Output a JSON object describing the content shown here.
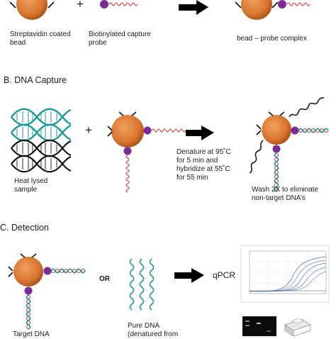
{
  "colors": {
    "bead": "#d8752e",
    "bead_dark": "#b4561c",
    "biotin": "#7b2c96",
    "probe": "#d83a3a",
    "target_dna": "#1f9b99",
    "nontarget_dna": "#111111",
    "arrow": "#000000"
  },
  "section_a": {
    "bead_label_line1": "Streptavidin coated",
    "bead_label_line2": "bead",
    "probe_label_line1": "Biotinylated capture",
    "probe_label_line2": "probe",
    "complex_label": "bead – probe complex",
    "plus": "+"
  },
  "section_b": {
    "header": "B. DNA Capture",
    "sample_line1": "Heat lysed",
    "sample_line2": "sample",
    "plus": "+",
    "condition_line1": "Denature at 95˚C",
    "condition_line2": "for 5 min and",
    "condition_line3": "hybridize at 55˚C",
    "condition_line4": "for 55 min",
    "wash_line1": "Wash 2X to eliminate",
    "wash_line2": "non-target DNA’s"
  },
  "section_c": {
    "header": "C. Detection",
    "or_label": "OR",
    "qpcr_label": "qPCR",
    "target_label": "Target DNA",
    "pure_line1": "Pure DNA",
    "pure_line2": "(denatured from"
  },
  "icons": [
    "bead-icon",
    "capture-probe-icon",
    "dna-helix-icon",
    "arrow-icon",
    "amplification-plot-icon",
    "gel-image-icon",
    "sequencer-icon"
  ]
}
